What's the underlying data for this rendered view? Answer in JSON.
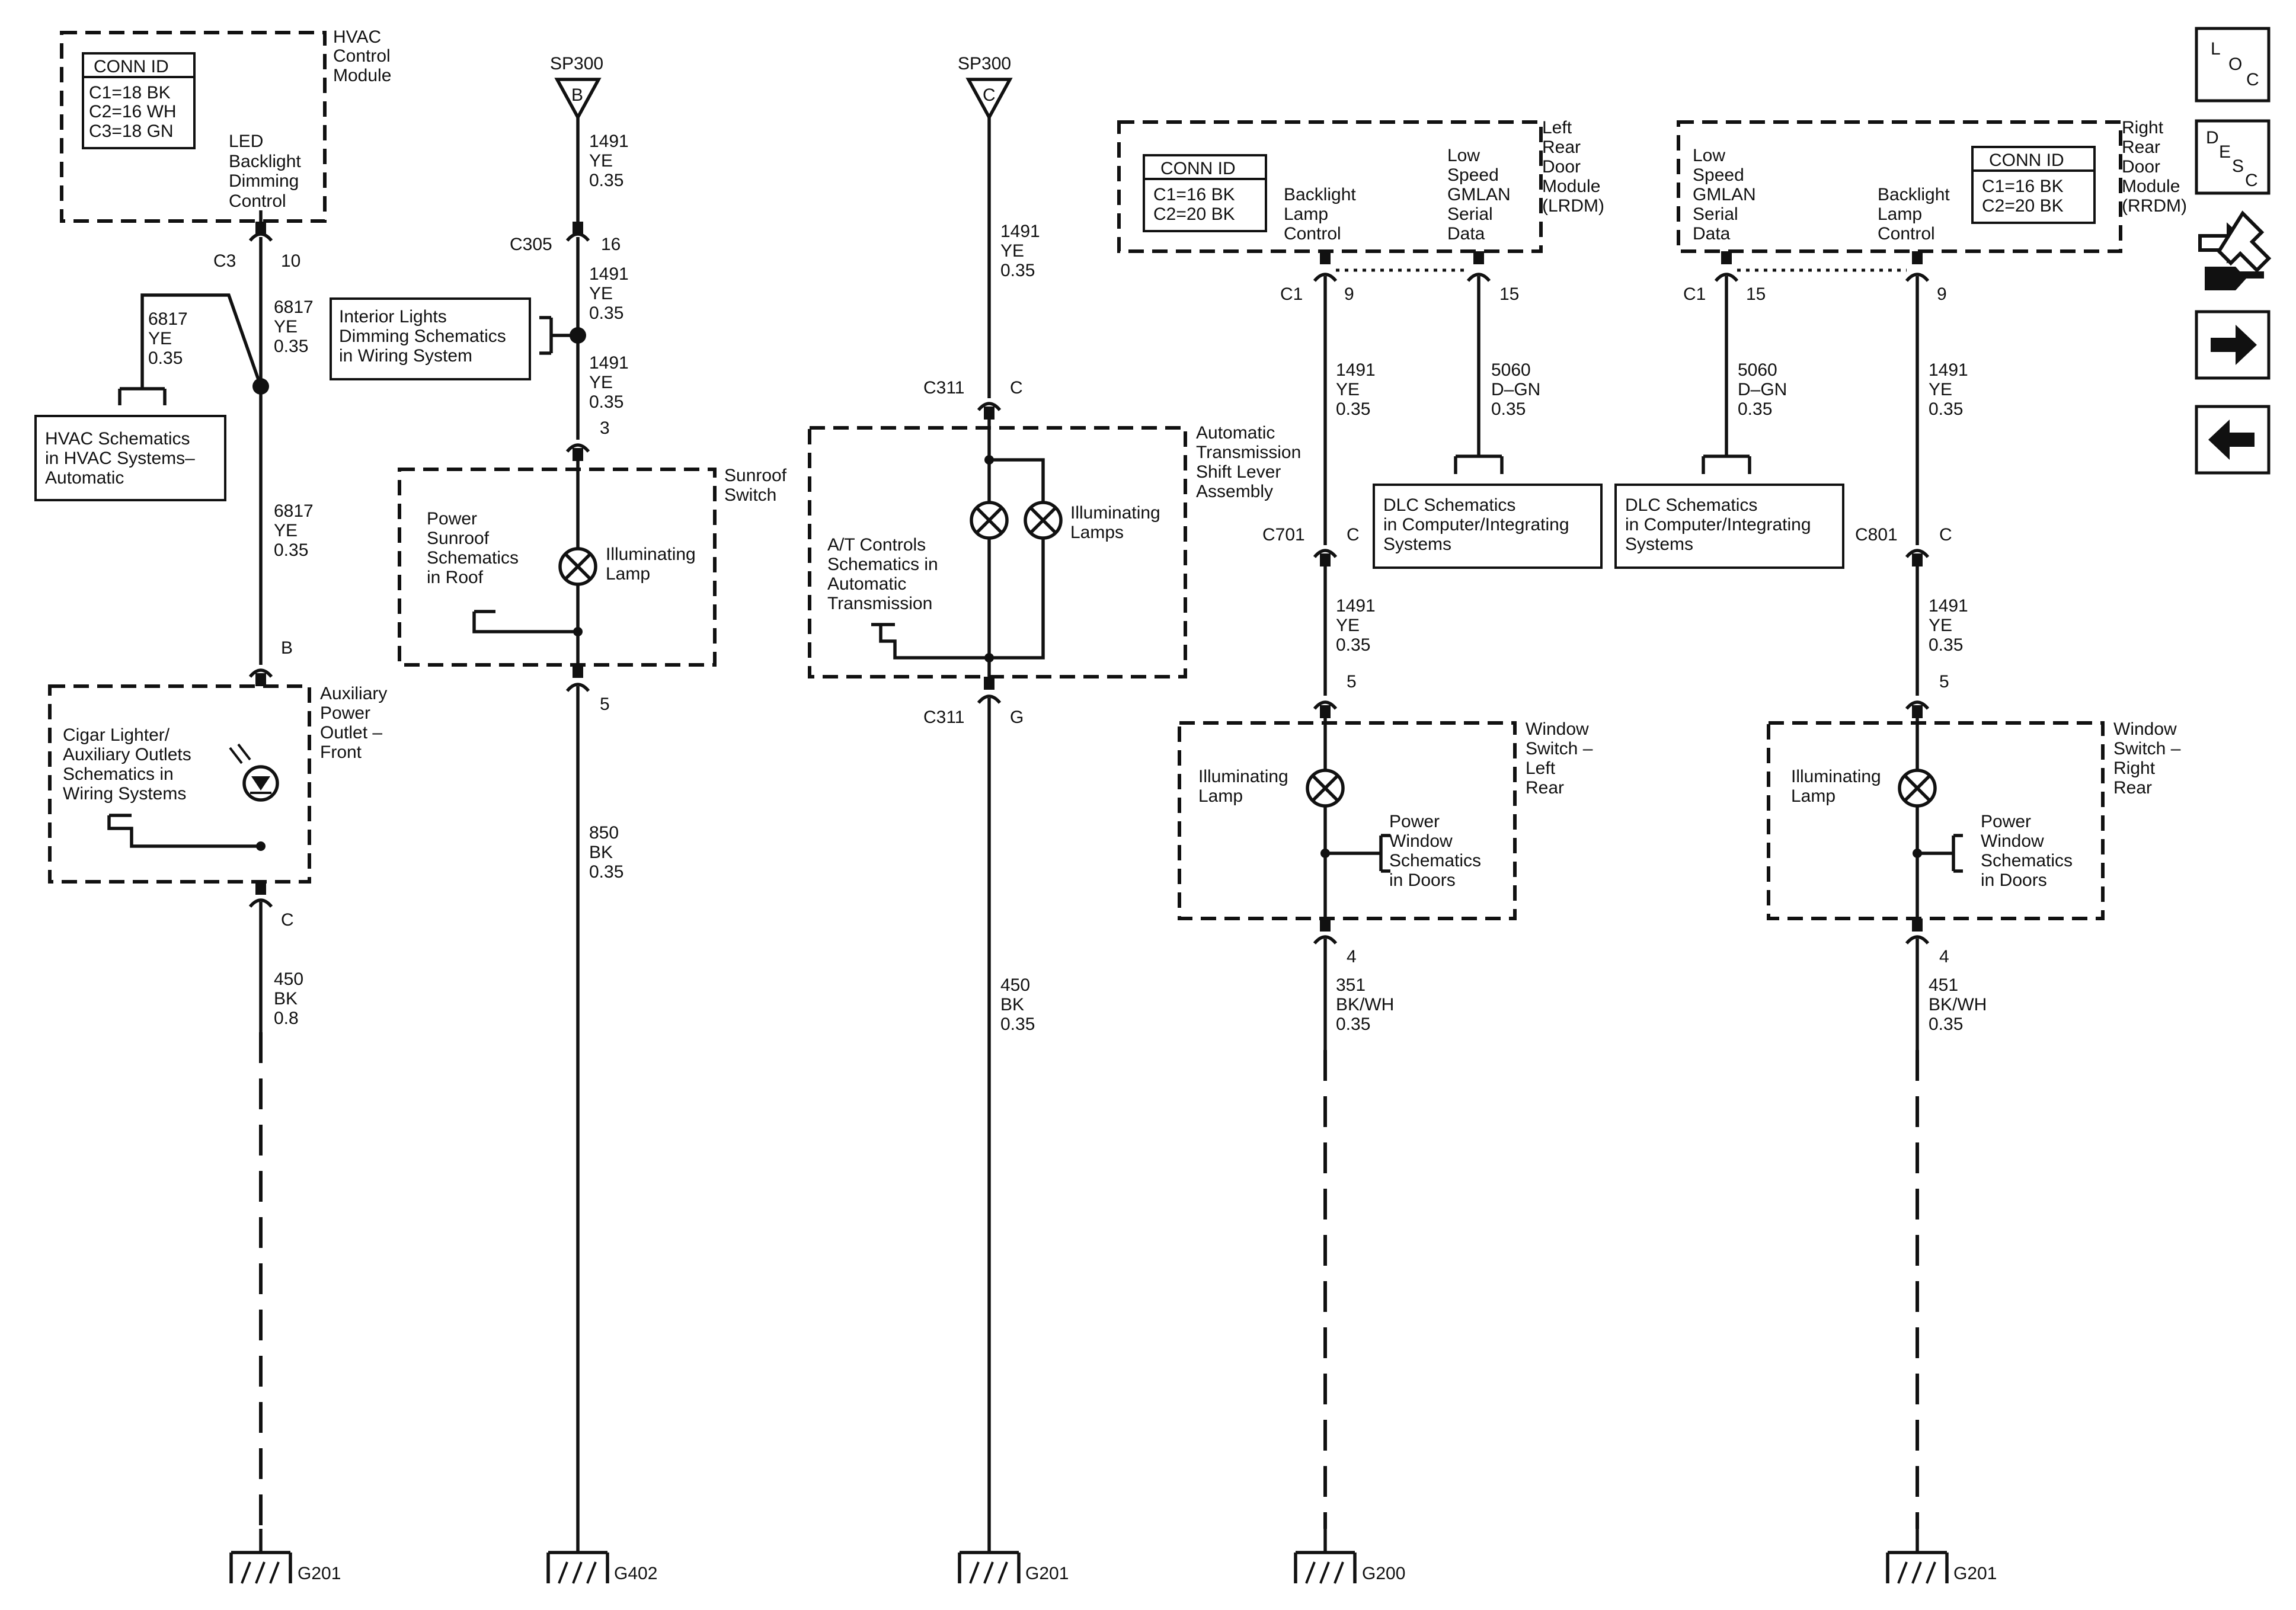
{
  "modules": {
    "hvac": {
      "l1": "HVAC",
      "l2": "Control",
      "l3": "Module",
      "conn_title": "CONN ID",
      "conn": [
        "C1=18 BK",
        "C2=16 WH",
        "C3=18 GN"
      ],
      "func": [
        "LED",
        "Backlight",
        "Dimming",
        "Control"
      ],
      "connector": "C3",
      "pin": "10"
    },
    "lrdm": {
      "l1": "Left",
      "l2": "Rear",
      "l3": "Door",
      "l4": "Module",
      "l5": "(LRDM)",
      "conn_title": "CONN ID",
      "conn": [
        "C1=16 BK",
        "C2=20 BK"
      ],
      "backlight": [
        "Backlight",
        "Lamp",
        "Control"
      ],
      "lowspeed": [
        "Low",
        "Speed",
        "GMLAN",
        "Serial",
        "Data"
      ],
      "connector": "C1",
      "pin_a": "9",
      "pin_b": "15"
    },
    "rrdm": {
      "l1": "Right",
      "l2": "Rear",
      "l3": "Door",
      "l4": "Module",
      "l5": "(RRDM)",
      "conn_title": "CONN ID",
      "conn": [
        "C1=16 BK",
        "C2=20 BK"
      ],
      "backlight": [
        "Backlight",
        "Lamp",
        "Control"
      ],
      "lowspeed": [
        "Low",
        "Speed",
        "GMLAN",
        "Serial",
        "Data"
      ],
      "connector": "C1",
      "pin_a": "15",
      "pin_b": "9"
    }
  },
  "splices": {
    "b": {
      "name": "SP300",
      "letter": "B"
    },
    "c": {
      "name": "SP300",
      "letter": "C"
    }
  },
  "refs": {
    "hvac_schem": [
      "HVAC Schematics",
      "in HVAC Systems–",
      "Automatic"
    ],
    "interior_dim": [
      "Interior Lights",
      "Dimming Schematics",
      "in Wiring System"
    ],
    "dlc_left": [
      "DLC Schematics",
      "in Computer/Integrating",
      "Systems"
    ],
    "dlc_right": [
      "DLC Schematics",
      "in Computer/Integrating",
      "Systems"
    ]
  },
  "components": {
    "aux": {
      "name": [
        "Auxiliary",
        "Power",
        "Outlet –",
        "Front"
      ],
      "ref": [
        "Cigar Lighter/",
        "Auxiliary Outlets",
        "Schematics in",
        "Wiring Systems"
      ]
    },
    "sunroof": {
      "name": [
        "Sunroof",
        "Switch"
      ],
      "ref": [
        "Power",
        "Sunroof",
        "Schematics",
        "in Roof"
      ],
      "lamp": [
        "Illuminating",
        "Lamp"
      ]
    },
    "shift": {
      "name": [
        "Automatic",
        "Transmission",
        "Shift Lever",
        "Assembly"
      ],
      "ref": [
        "A/T Controls",
        "Schematics in",
        "Automatic",
        "Transmission"
      ],
      "lamp": [
        "Illuminating",
        "Lamps"
      ]
    },
    "wsl": {
      "name": [
        "Window",
        "Switch –",
        "Left",
        "Rear"
      ],
      "lamp": [
        "Illuminating",
        "Lamp"
      ],
      "ref": [
        "Power",
        "Window",
        "Schematics",
        "in Doors"
      ]
    },
    "wsr": {
      "name": [
        "Window",
        "Switch –",
        "Right",
        "Rear"
      ],
      "lamp": [
        "Illuminating",
        "Lamp"
      ],
      "ref": [
        "Power",
        "Window",
        "Schematics",
        "in Doors"
      ]
    }
  },
  "wires": {
    "w6817_side": [
      "6817",
      "YE",
      "0.35"
    ],
    "w6817_a": [
      "6817",
      "YE",
      "0.35"
    ],
    "w6817_b": [
      "6817",
      "YE",
      "0.35"
    ],
    "w450_a": [
      "450",
      "BK",
      "0.8"
    ],
    "w1491_b1": [
      "1491",
      "YE",
      "0.35"
    ],
    "w1491_b2": [
      "1491",
      "YE",
      "0.35"
    ],
    "w1491_b3": [
      "1491",
      "YE",
      "0.35"
    ],
    "w850": [
      "850",
      "BK",
      "0.35"
    ],
    "w1491_c1": [
      "1491",
      "YE",
      "0.35"
    ],
    "w450_c": [
      "450",
      "BK",
      "0.35"
    ],
    "w1491_l1": [
      "1491",
      "YE",
      "0.35"
    ],
    "w1491_l2": [
      "1491",
      "YE",
      "0.35"
    ],
    "w351": [
      "351",
      "BK/WH",
      "0.35"
    ],
    "w5060_l": [
      "5060",
      "D–GN",
      "0.35"
    ],
    "w5060_r": [
      "5060",
      "D–GN",
      "0.35"
    ],
    "w1491_r1": [
      "1491",
      "YE",
      "0.35"
    ],
    "w1491_r2": [
      "1491",
      "YE",
      "0.35"
    ],
    "w451": [
      "451",
      "BK/WH",
      "0.35"
    ]
  },
  "connectors": {
    "hvac_b": "B",
    "hvac_c": "C",
    "c305": "C305",
    "c305_pin": "16",
    "sun_in": "3",
    "sun_out": "5",
    "c311_top": "C311",
    "c311_top_pin": "C",
    "c311_bot": "C311",
    "c311_bot_pin": "G",
    "c701": "C701",
    "c701_pin": "C",
    "wsl_in": "5",
    "wsl_out": "4",
    "c801": "C801",
    "c801_pin": "C",
    "wsr_in": "5",
    "wsr_out": "4"
  },
  "grounds": [
    "G201",
    "G402",
    "G201",
    "G200",
    "G201"
  ],
  "nav": {
    "loc": [
      "L",
      "O",
      "C"
    ],
    "desc": [
      "D",
      "E",
      "S",
      "C"
    ]
  }
}
